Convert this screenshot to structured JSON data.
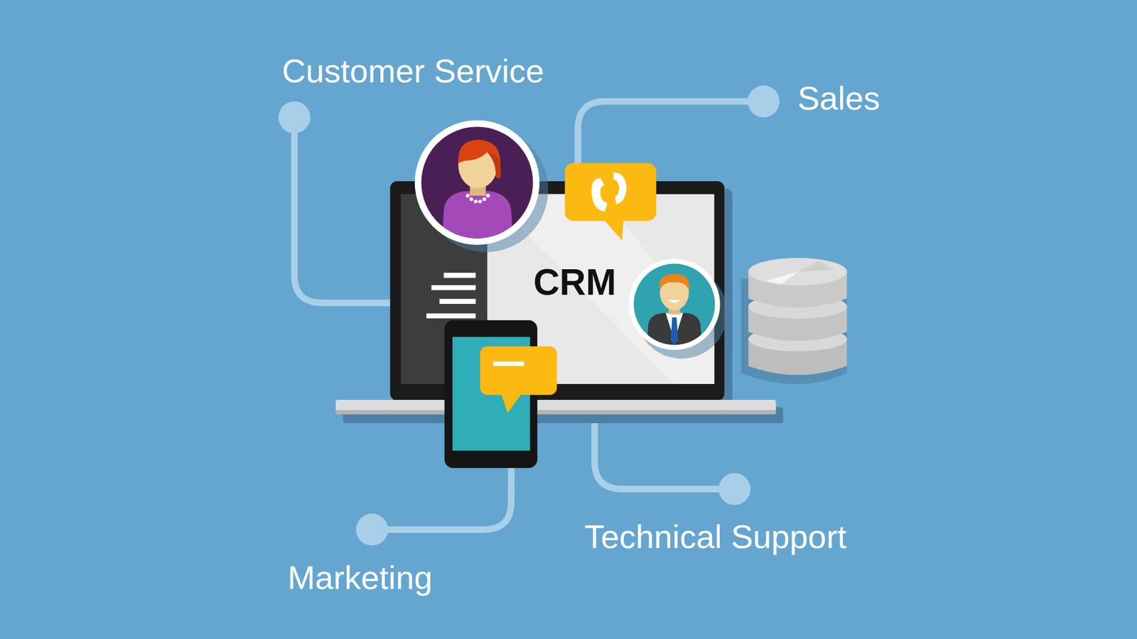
{
  "diagram": {
    "nodes": [
      {
        "text": [
          "CRM"
        ]
      }
    ],
    "labels": [
      "Customer Service",
      "Sales",
      "Technical Support",
      "Marketing"
    ]
  }
}
